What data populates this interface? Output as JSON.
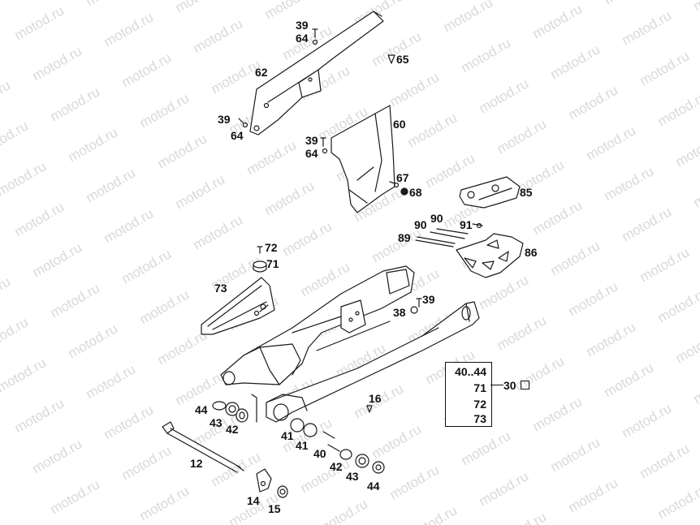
{
  "watermark": {
    "text": "motod.ru",
    "color": "#d9d9d9"
  },
  "line_color": "#1a1a1a",
  "callouts": {
    "c62": "62",
    "c39a": "39",
    "c64a": "64",
    "c65": "65",
    "c39b": "39",
    "c64b": "64",
    "c60": "60",
    "c39c": "39",
    "c64c": "64",
    "c67": "67",
    "c68": "68",
    "c85": "85",
    "c90a": "90",
    "c90b": "90",
    "c91": "91",
    "c89": "89",
    "c86": "86",
    "c72": "72",
    "c71": "71",
    "c73": "73",
    "c39d": "39",
    "c38": "38",
    "c16": "16",
    "c44a": "44",
    "c43a": "43",
    "c42a": "42",
    "c41a": "41",
    "c41b": "41",
    "c40": "40",
    "c42b": "42",
    "c43b": "43",
    "c44b": "44",
    "c12": "12",
    "c14": "14",
    "c15": "15"
  },
  "kit": {
    "items": [
      "40..44",
      "71",
      "72",
      "73"
    ],
    "ref": "30"
  }
}
